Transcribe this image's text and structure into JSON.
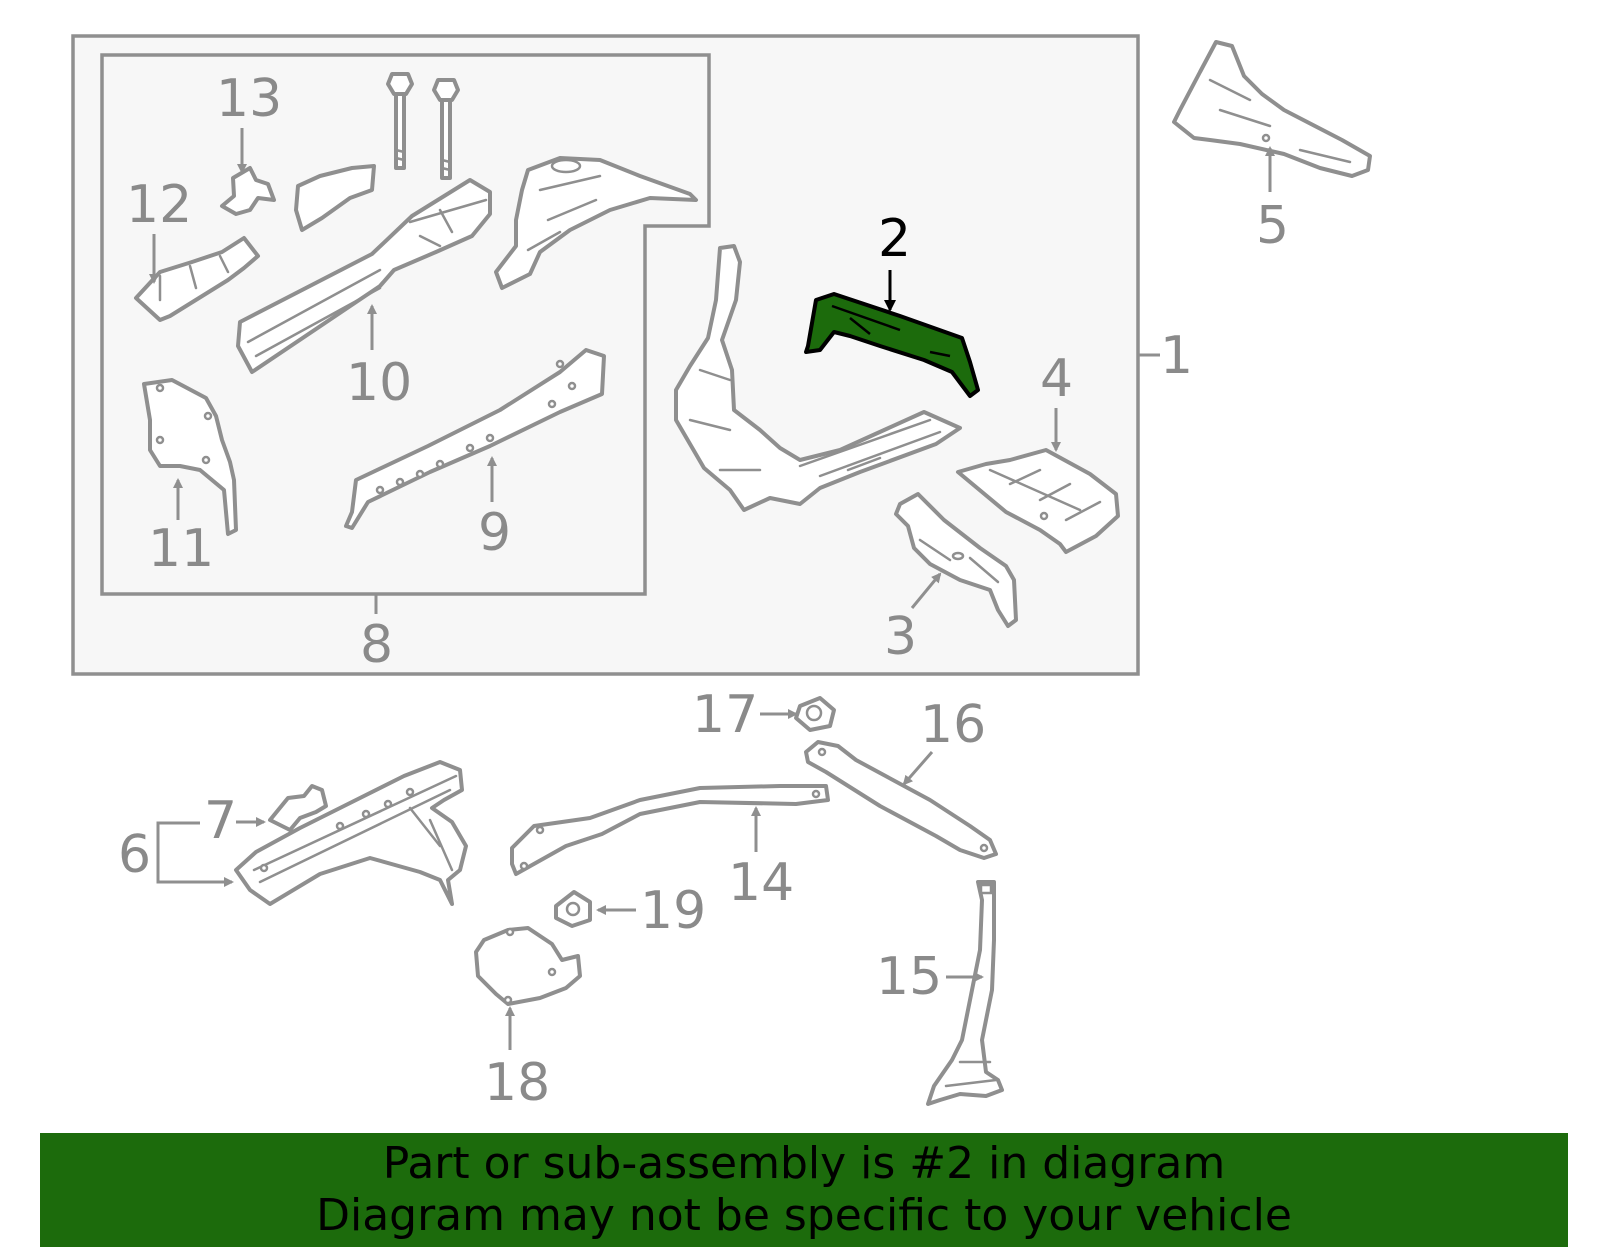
{
  "diagram": {
    "highlight_color": "#1c6b0c",
    "callouts": {
      "c1": "1",
      "c2": "2",
      "c3": "3",
      "c4": "4",
      "c5": "5",
      "c6": "6",
      "c7": "7",
      "c8": "8",
      "c9": "9",
      "c10": "10",
      "c11": "11",
      "c12": "12",
      "c13": "13",
      "c14": "14",
      "c15": "15",
      "c16": "16",
      "c17": "17",
      "c18": "18",
      "c19": "19"
    }
  },
  "banner": {
    "line1": "Part or sub-assembly is #2 in diagram",
    "line2": "Diagram may not be specific to your vehicle"
  }
}
